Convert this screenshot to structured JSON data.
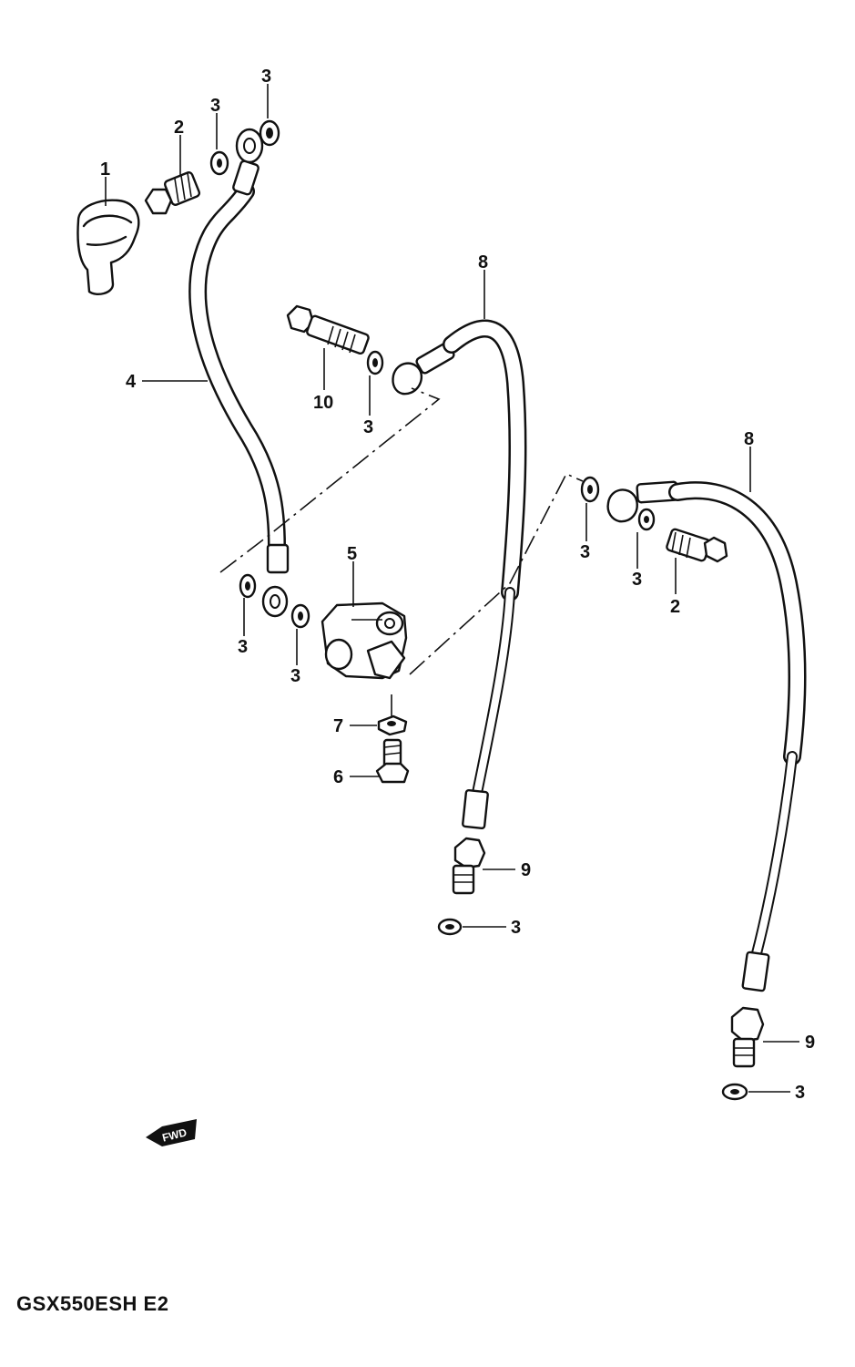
{
  "diagram": {
    "model_code": "GSX550ESH",
    "region_code": "E2",
    "fwd_badge": "FWD",
    "callouts": [
      {
        "id": "c1",
        "label": "1"
      },
      {
        "id": "c2a",
        "label": "2"
      },
      {
        "id": "c3a",
        "label": "3"
      },
      {
        "id": "c3b",
        "label": "3"
      },
      {
        "id": "c4",
        "label": "4"
      },
      {
        "id": "c10",
        "label": "10"
      },
      {
        "id": "c3c",
        "label": "3"
      },
      {
        "id": "c8a",
        "label": "8"
      },
      {
        "id": "c8b",
        "label": "8"
      },
      {
        "id": "c3d",
        "label": "3"
      },
      {
        "id": "c3e",
        "label": "3"
      },
      {
        "id": "c2b",
        "label": "2"
      },
      {
        "id": "c5",
        "label": "5"
      },
      {
        "id": "c3f",
        "label": "3"
      },
      {
        "id": "c3g",
        "label": "3"
      },
      {
        "id": "c7",
        "label": "7"
      },
      {
        "id": "c6",
        "label": "6"
      },
      {
        "id": "c9a",
        "label": "9"
      },
      {
        "id": "c3h",
        "label": "3"
      },
      {
        "id": "c9b",
        "label": "9"
      },
      {
        "id": "c3i",
        "label": "3"
      }
    ]
  }
}
